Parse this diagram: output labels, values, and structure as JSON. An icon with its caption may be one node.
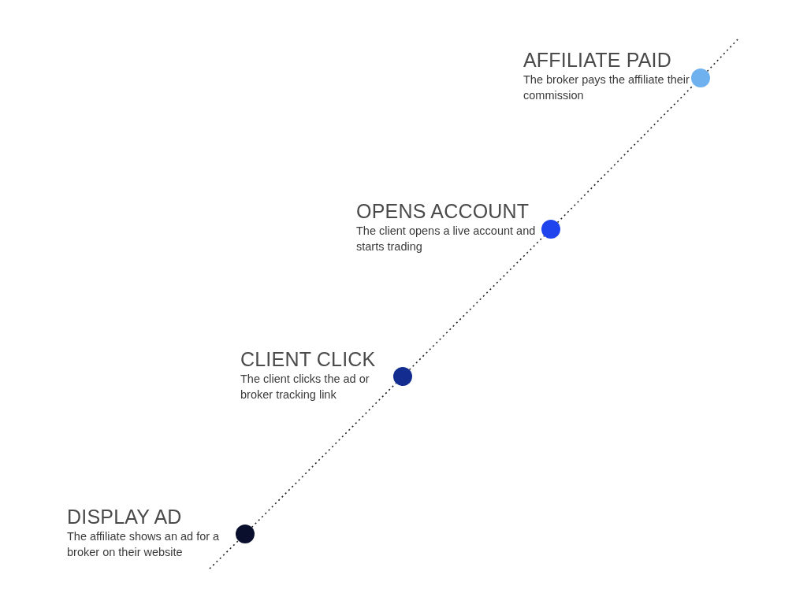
{
  "diagram": {
    "nodes": [
      {
        "text": [],
        "shape": "circle",
        "beside": [
          "DISPLAY AD",
          "The affiliate shows an ad for a broker on their website"
        ]
      },
      {
        "text": [],
        "shape": "circle",
        "beside": [
          "CLIENT CLICK",
          "The client clicks the ad or broker tracking link"
        ]
      },
      {
        "text": [],
        "shape": "circle",
        "beside": [
          "OPENS ACCOUNT",
          "The client opens a live account and starts trading"
        ]
      },
      {
        "text": [],
        "shape": "circle",
        "beside": [
          "AFFILIATE PAID",
          "The broker pays the affiliate their commission"
        ]
      }
    ],
    "edges": [
      {
        "from": null,
        "to": 0,
        "arrow": "none",
        "style": "dashed"
      },
      {
        "from": 0,
        "to": 1,
        "arrow": "none",
        "style": "dashed"
      },
      {
        "from": 1,
        "to": 2,
        "arrow": "none",
        "style": "dashed"
      },
      {
        "from": 2,
        "to": 3,
        "arrow": "none",
        "style": "dashed"
      },
      {
        "from": 3,
        "to": null,
        "arrow": "none",
        "style": "dashed"
      }
    ]
  }
}
